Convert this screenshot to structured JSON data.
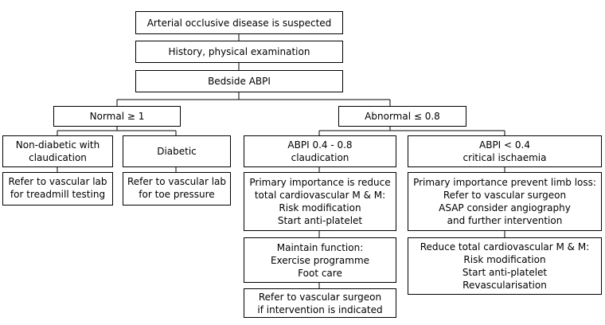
{
  "nodes": {
    "suspected": "Arterial occlusive disease is suspected",
    "history": "History, physical examination",
    "abpi": "Bedside ABPI",
    "normal": "Normal ≥ 1",
    "abnormal": "Abnormal ≤ 0.8",
    "nondiabetic": [
      "Non-diabetic with",
      "claudication"
    ],
    "diabetic": "Diabetic",
    "claud": [
      "ABPI 0.4 - 0.8",
      "claudication"
    ],
    "critical": [
      "ABPI < 0.4",
      "critical ischaemia"
    ],
    "treadmill": [
      "Refer to vascular lab",
      "for treadmill testing"
    ],
    "toe": [
      "Refer to vascular lab",
      "for toe pressure"
    ],
    "primary_reduce": [
      "Primary importance is reduce",
      "total cardiovascular M & M:",
      "Risk modification",
      "Start anti-platelet"
    ],
    "primary_prevent": [
      "Primary importance prevent limb loss:",
      "Refer to vascular surgeon",
      "ASAP consider angiography",
      "and further intervention"
    ],
    "maintain": [
      "Maintain function:",
      "Exercise programme",
      "Foot care"
    ],
    "reduce_total": [
      "Reduce total cardiovascular M & M:",
      "Risk modification",
      "Start anti-platelet",
      "Revascularisation"
    ],
    "refer_surgeon": [
      "Refer to vascular surgeon",
      "if intervention is indicated"
    ]
  }
}
